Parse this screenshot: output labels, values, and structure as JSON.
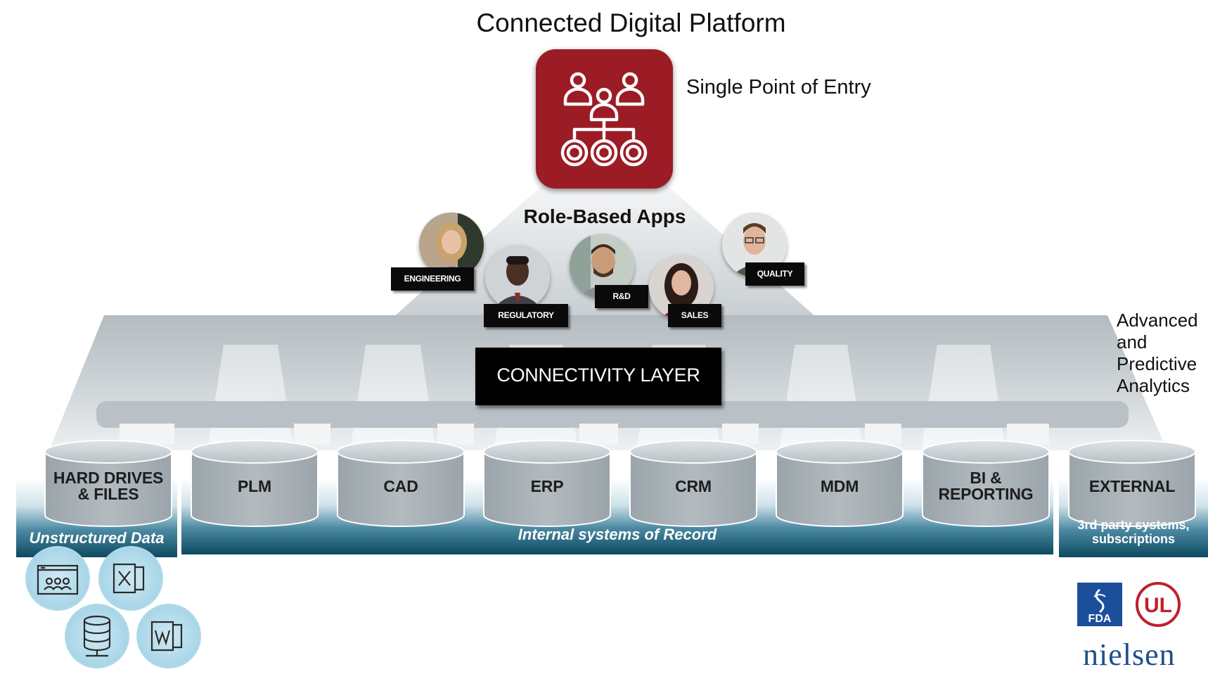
{
  "title": "Connected Digital Platform",
  "single_entry": {
    "label": "Single Point of Entry",
    "icon": "org-hierarchy-icon",
    "color": "#9b1c24"
  },
  "roles": {
    "title": "Role-Based Apps",
    "items": [
      {
        "label": "ENGINEERING"
      },
      {
        "label": "REGULATORY"
      },
      {
        "label": "R&D"
      },
      {
        "label": "SALES"
      },
      {
        "label": "QUALITY"
      }
    ]
  },
  "analytics_label": "Advanced and Predictive Analytics",
  "connectivity_label": "CONNECTIVITY LAYER",
  "systems": [
    {
      "label_line1": "HARD DRIVES",
      "label_line2": "& FILES"
    },
    {
      "label_line1": "PLM",
      "label_line2": ""
    },
    {
      "label_line1": "CAD",
      "label_line2": ""
    },
    {
      "label_line1": "ERP",
      "label_line2": ""
    },
    {
      "label_line1": "CRM",
      "label_line2": ""
    },
    {
      "label_line1": "MDM",
      "label_line2": ""
    },
    {
      "label_line1": "BI &",
      "label_line2": "REPORTING"
    },
    {
      "label_line1": "EXTERNAL",
      "label_line2": ""
    }
  ],
  "bands": {
    "unstructured": "Unstructured Data",
    "internal": "Internal systems of Record",
    "external_line1": "3rd party systems,",
    "external_line2": "subscriptions"
  },
  "file_icons": [
    "folder-people-icon",
    "excel-file-icon",
    "database-icon",
    "word-file-icon"
  ],
  "logos": {
    "fda": "FDA",
    "ul": "UL",
    "nielsen": "nielsen"
  },
  "colors": {
    "band_dark": "#0f4f66",
    "cylinder": "#a4adb3",
    "structure": "#c7cdd1"
  }
}
